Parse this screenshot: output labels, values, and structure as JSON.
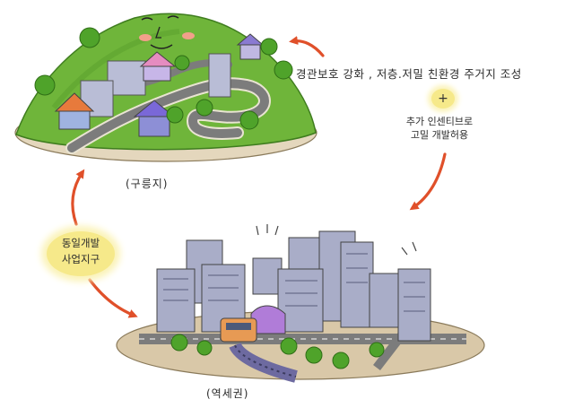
{
  "texts": {
    "policy": "경관보호 강화 , 저층.저밀 친환경 주거지 조성",
    "plus": "+",
    "incentive_line1": "추가 인센티브로",
    "incentive_line2": "고밀 개발허용",
    "hill_caption": "(구릉지)",
    "zone_line1": "동일개발",
    "zone_line2": "사업지구",
    "station_caption": "(역세권)"
  },
  "icons": {
    "hill": "hillside-village-illustration",
    "station": "station-area-city-illustration",
    "arrows": "curved-flow-arrow"
  },
  "colors": {
    "hill_green": "#6fb53a",
    "arrow_orange": "#e0502a",
    "badge_yellow": "#f6e98a",
    "building_gray": "#a9adc8",
    "ground_tan": "#d9c8a8"
  }
}
